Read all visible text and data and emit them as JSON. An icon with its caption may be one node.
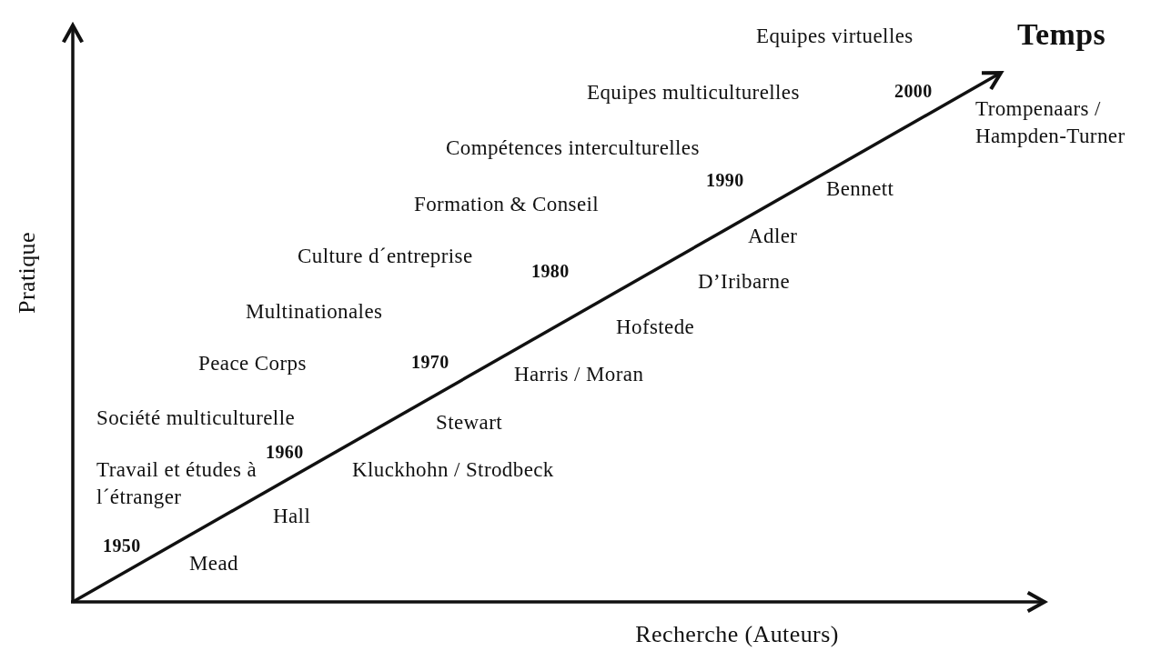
{
  "diagram": {
    "labels": [
      "Temps",
      "Equipes virtuelles",
      "2000",
      "Equipes multiculturelles",
      "Trompenaars / Hampden-Turner",
      "Compétences interculturelles",
      "1990",
      "Bennett",
      "Formation & Conseil",
      "Adler",
      "Pratique",
      "Culture d´entreprise",
      "1980",
      "D’Iribarne",
      "Multinationales",
      "Hofstede",
      "Peace Corps",
      "1970",
      "Harris / Moran",
      "Société multiculturelle",
      "Stewart",
      "1960",
      "Travail et études à l´étranger",
      "Kluckhohn / Strodbeck",
      "Hall",
      "1950",
      "Mead",
      "Recherche (Auteurs)"
    ]
  }
}
